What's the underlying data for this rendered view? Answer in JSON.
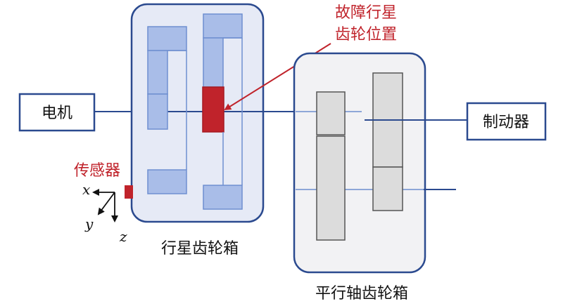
{
  "labels": {
    "motor": "电机",
    "brake": "制动器",
    "planetary_gearbox": "行星齿轮箱",
    "parallel_gearbox": "平行轴齿轮箱",
    "fault_line1": "故障行星",
    "fault_line2": "齿轮位置",
    "sensor": "传感器",
    "axis_x": "x",
    "axis_y": "y",
    "axis_z": "z"
  },
  "colors": {
    "frame": "#2b4a8f",
    "gearbox_fill_planetary": "#e6eaf6",
    "gearbox_fill_parallel": "#f2f2f4",
    "gear_blue": "#a9bde8",
    "gear_blue_edge": "#6f8fd0",
    "gear_gray": "#dcdcdc",
    "gear_gray_edge": "#555555",
    "fault": "#c0232b",
    "shaft": "#2b4a8f",
    "shaft_light": "#8ea7d8"
  }
}
